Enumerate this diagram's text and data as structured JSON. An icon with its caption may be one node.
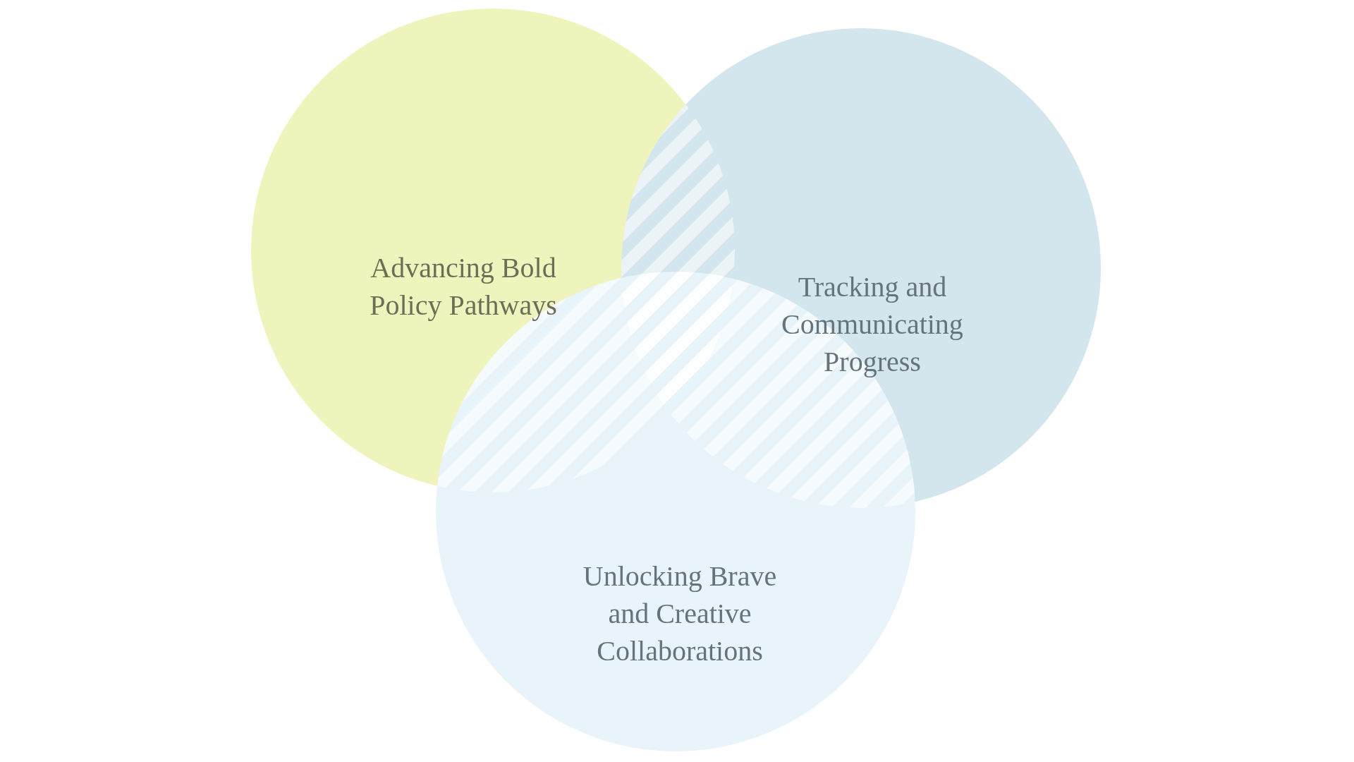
{
  "diagram": {
    "nodes": [
      {
        "text": [
          "Advancing Bold Policy Pathways"
        ]
      },
      {
        "text": [
          "Tracking and Communicating Progress"
        ]
      },
      {
        "text": [
          "Unlocking Brave and Creative Collaborations"
        ]
      }
    ]
  }
}
